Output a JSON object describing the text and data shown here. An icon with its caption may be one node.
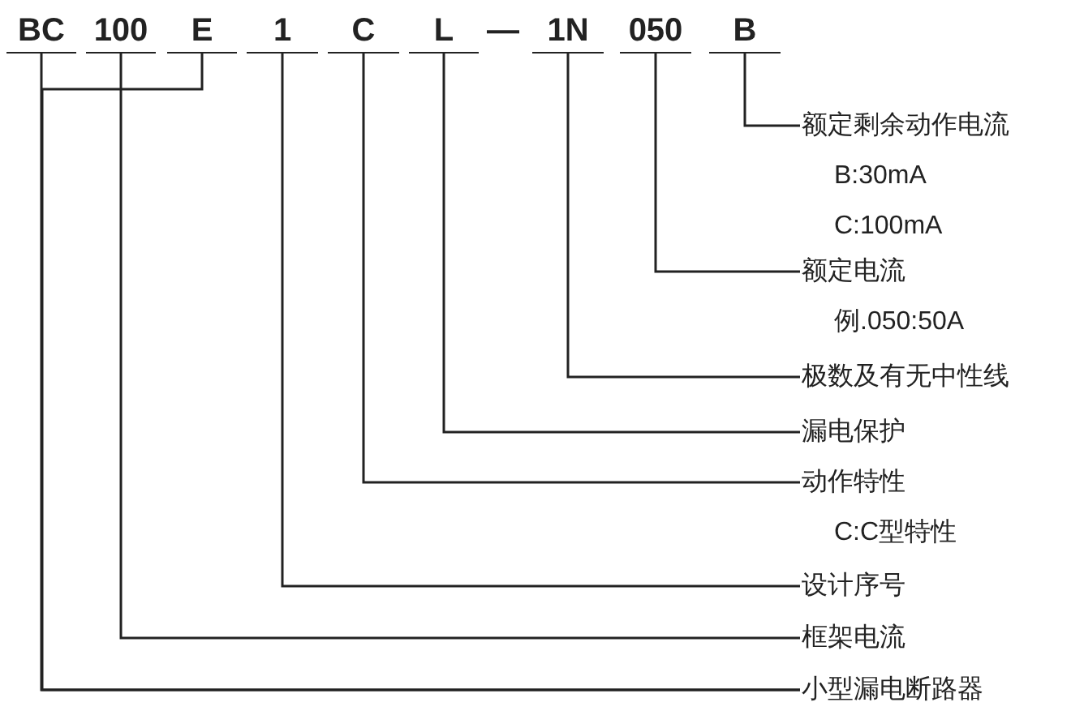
{
  "diagram": {
    "nodes": [
      {
        "text": [
          "BC"
        ]
      },
      {
        "text": [
          "100"
        ]
      },
      {
        "text": [
          "E"
        ]
      },
      {
        "text": [
          "1"
        ]
      },
      {
        "text": [
          "C"
        ]
      },
      {
        "text": [
          "L"
        ]
      },
      {
        "text": [
          "1N"
        ]
      },
      {
        "text": [
          "050"
        ]
      },
      {
        "text": [
          "B"
        ]
      },
      {
        "text": [
          "额定剩余动作电流",
          "B:30mA",
          "C:100mA"
        ]
      },
      {
        "text": [
          "额定电流",
          "例.050:50A"
        ]
      },
      {
        "text": [
          "极数及有无中性线"
        ]
      },
      {
        "text": [
          "漏电保护"
        ]
      },
      {
        "text": [
          "动作特性",
          "C:C型特性"
        ]
      },
      {
        "text": [
          "设计序号"
        ]
      },
      {
        "text": [
          "框架电流"
        ]
      },
      {
        "text": [
          "小型漏电断路器"
        ]
      }
    ],
    "edges": [
      {
        "from": 8,
        "to": 9,
        "arrow": "none"
      },
      {
        "from": 7,
        "to": 10,
        "arrow": "none"
      },
      {
        "from": 6,
        "to": 11,
        "arrow": "none"
      },
      {
        "from": 5,
        "to": 12,
        "arrow": "none"
      },
      {
        "from": 4,
        "to": 13,
        "arrow": "none"
      },
      {
        "from": 3,
        "to": 14,
        "arrow": "none"
      },
      {
        "from": 1,
        "to": 15,
        "arrow": "none"
      },
      {
        "from": 0,
        "to": 16,
        "arrow": "none"
      },
      {
        "from": 2,
        "to": 16,
        "arrow": "none"
      }
    ],
    "labels": [
      "—"
    ]
  }
}
